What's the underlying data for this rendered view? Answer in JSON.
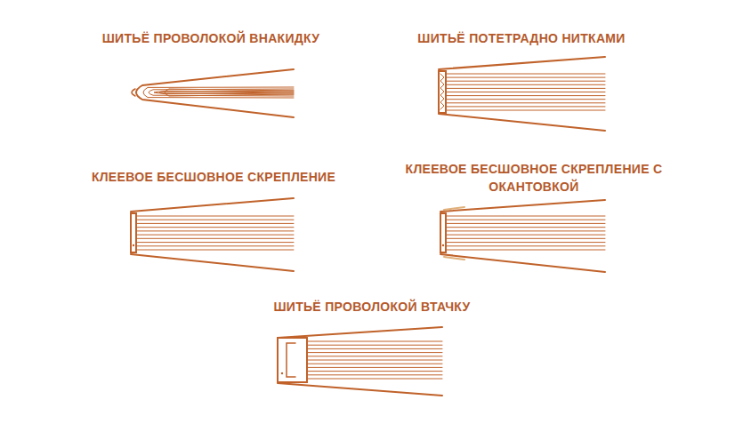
{
  "diagram": {
    "labels": [
      "ШИТЬЁ ПРОВОЛОКОЙ ВНАКИДКУ",
      "ШИТЬЁ ПОТЕТРАДНО НИТКАМИ",
      "КЛЕЕВОЕ БЕСШОВНОЕ СКРЕПЛЕНИЕ",
      "КЛЕЕВОЕ БЕСШОВНОЕ СКРЕПЛЕНИЕ С ОКАНТОВКОЙ",
      "ШИТЬЁ ПРОВОЛОКОЙ ВТАЧКУ"
    ]
  }
}
